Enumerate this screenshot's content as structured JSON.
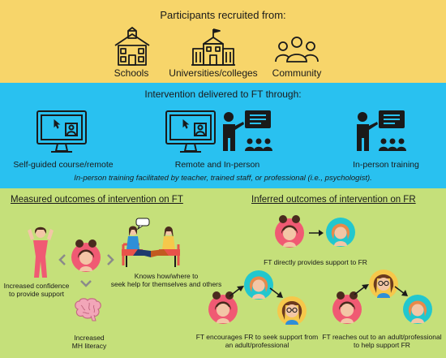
{
  "colors": {
    "recruit_band": "#F7D56A",
    "delivery_band": "#29C1F0",
    "outcomes_band": "#C5E07A",
    "face_pink": "#F05A73",
    "face_teal": "#22C7CE",
    "face_yellow": "#F6C84B",
    "skin": "#F3C6A6",
    "hair": "#4A2B1E"
  },
  "recruitment": {
    "heading": "Participants recruited from:",
    "sources": [
      {
        "label": "Schools",
        "icon": "school-building-icon"
      },
      {
        "label": "Universities/colleges",
        "icon": "university-building-icon"
      },
      {
        "label": "Community",
        "icon": "community-group-icon"
      }
    ]
  },
  "delivery": {
    "heading": "Intervention delivered to FT through:",
    "modes": [
      {
        "label": "Self-guided course/remote",
        "icon": "computer-monitor-icon"
      },
      {
        "label": "Remote and In-person",
        "icon": "monitor-and-presenter-icon"
      },
      {
        "label": "In-person training",
        "icon": "presenter-classroom-icon"
      }
    ],
    "note": "In-person training facilitated by teacher, trained staff, or professional (i.e., psychologist)."
  },
  "measured": {
    "heading": "Measured outcomes of intervention on FT",
    "confidence": [
      "Increased confidence",
      "to provide support"
    ],
    "help": [
      "Knows how/where to",
      "seek help for themselves and others"
    ],
    "literacy": [
      "Increased",
      "MH literacy"
    ]
  },
  "inferred": {
    "heading": "Inferred outcomes of intervention on FR",
    "direct": "FT directly provides support to FR",
    "encourage": [
      "FT encourages FR to seek support from",
      "an adult/professional"
    ],
    "reach_out": [
      "FT reaches out to an adult/professional",
      "to help support FR"
    ]
  }
}
